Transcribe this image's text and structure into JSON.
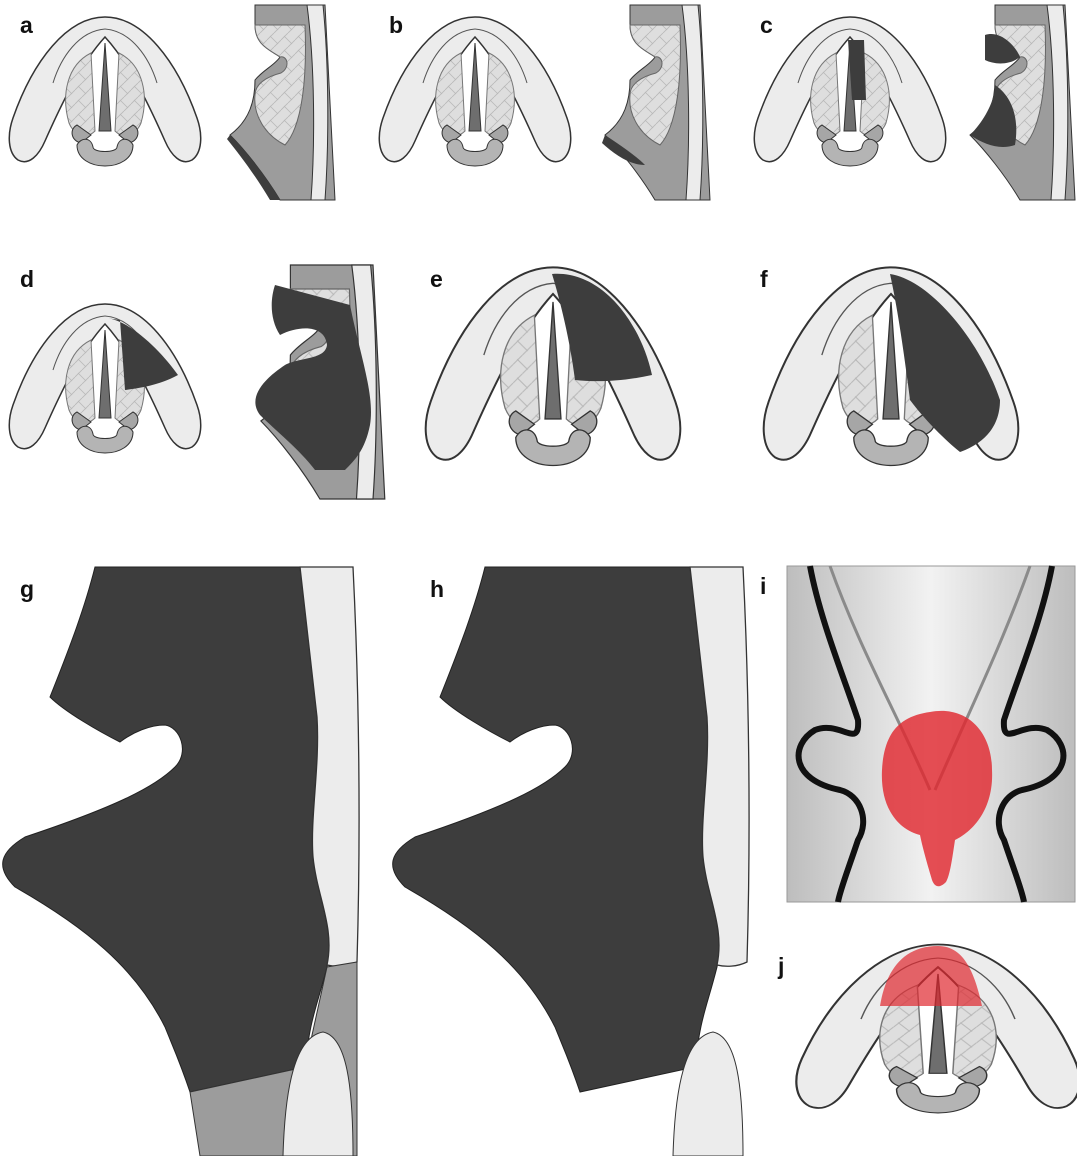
{
  "panels": [
    {
      "label": "a"
    },
    {
      "label": "b"
    },
    {
      "label": "c"
    },
    {
      "label": "d"
    },
    {
      "label": "e"
    },
    {
      "label": "f"
    },
    {
      "label": "g"
    },
    {
      "label": "h"
    },
    {
      "label": "i"
    },
    {
      "label": "j"
    }
  ],
  "colors": {
    "tumor": "#3d3d3d",
    "cartilage": "#ececec",
    "muscle": "#9c9c9c",
    "fat": "#dcdcdc",
    "outline": "#222222",
    "highlight": "#e0282f",
    "background": "#ffffff"
  }
}
